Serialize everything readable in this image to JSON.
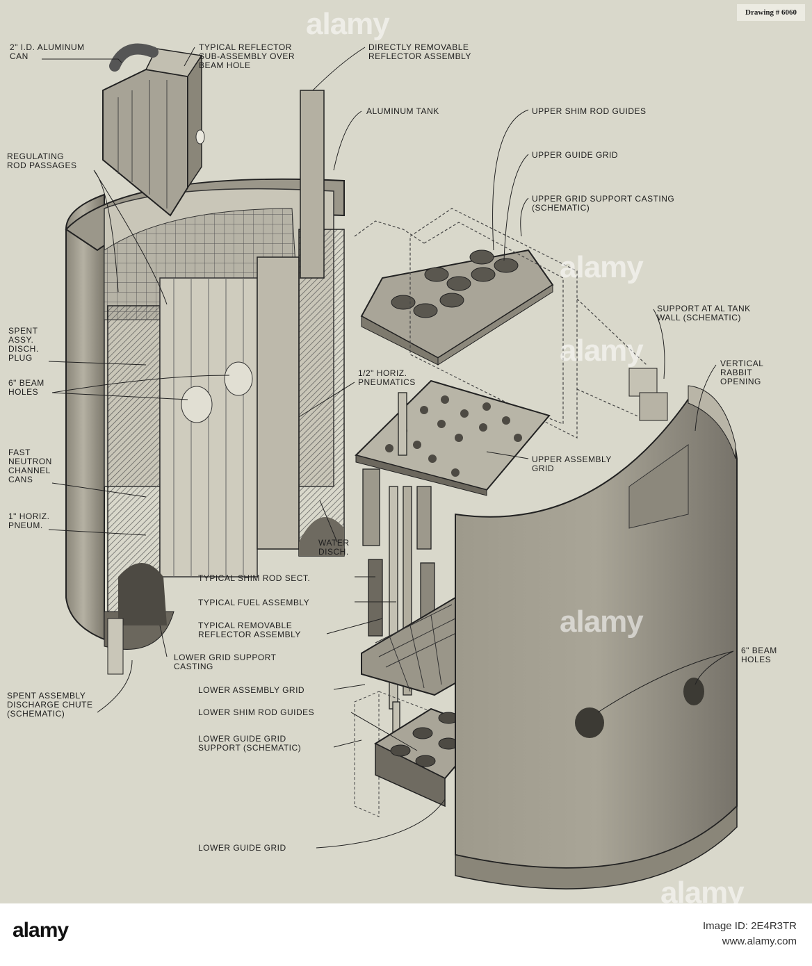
{
  "drawing_number": "Drawing # 6060",
  "labels": {
    "aluminum_can": "2\" I.D. ALUMINUM\nCAN",
    "typical_reflector": "TYPICAL REFLECTOR\nSUB-ASSEMBLY OVER\nBEAM HOLE",
    "directly_removable": "DIRECTLY REMOVABLE\nREFLECTOR ASSEMBLY",
    "aluminum_tank": "ALUMINUM TANK",
    "upper_shim_guides": "UPPER SHIM ROD GUIDES",
    "upper_guide_grid": "UPPER GUIDE GRID",
    "upper_grid_support": "UPPER GRID SUPPORT CASTING\n(SCHEMATIC)",
    "regulating_rod": "REGULATING\nROD PASSAGES",
    "support_al_tank": "SUPPORT AT AL TANK\nWALL (SCHEMATIC)",
    "spent_plug": "SPENT\nASSY.\nDISCH.\nPLUG",
    "beam_holes_left": "6\" BEAM\nHOLES",
    "horiz_pneumatics": "1/2\" HORIZ.\nPNEUMATICS",
    "vertical_rabbit": "VERTICAL\nRABBIT\nOPENING",
    "fast_neutron": "FAST\nNEUTRON\nCHANNEL\nCANS",
    "upper_assembly_grid": "UPPER ASSEMBLY\nGRID",
    "one_inch_pneum": "1\" HORIZ.\nPNEUM.",
    "water_disch": "WATER\nDISCH.",
    "shim_rod_sect": "TYPICAL SHIM ROD SECT.",
    "fuel_assembly": "TYPICAL FUEL ASSEMBLY",
    "removable_reflector": "TYPICAL REMOVABLE\nREFLECTOR ASSEMBLY",
    "lower_grid_support": "LOWER GRID SUPPORT\nCASTING",
    "beam_holes_right": "6\" BEAM\nHOLES",
    "lower_assembly_grid": "LOWER ASSEMBLY GRID",
    "spent_chute": "SPENT ASSEMBLY\nDISCHARGE CHUTE\n(SCHEMATIC)",
    "lower_shim_guides": "LOWER SHIM ROD GUIDES",
    "lower_guide_support": "LOWER GUIDE GRID\nSUPPORT (SCHEMATIC)",
    "lower_guide_grid": "LOWER GUIDE GRID"
  },
  "watermark": "alamy",
  "footer": {
    "logo": "alamy",
    "image_id_label": "Image ID: 2E4R3TR",
    "url": "www.alamy.com"
  },
  "colors": {
    "paper": "#d9d8cb",
    "ink": "#1e1e1e",
    "metal": "#8f8b7e"
  }
}
